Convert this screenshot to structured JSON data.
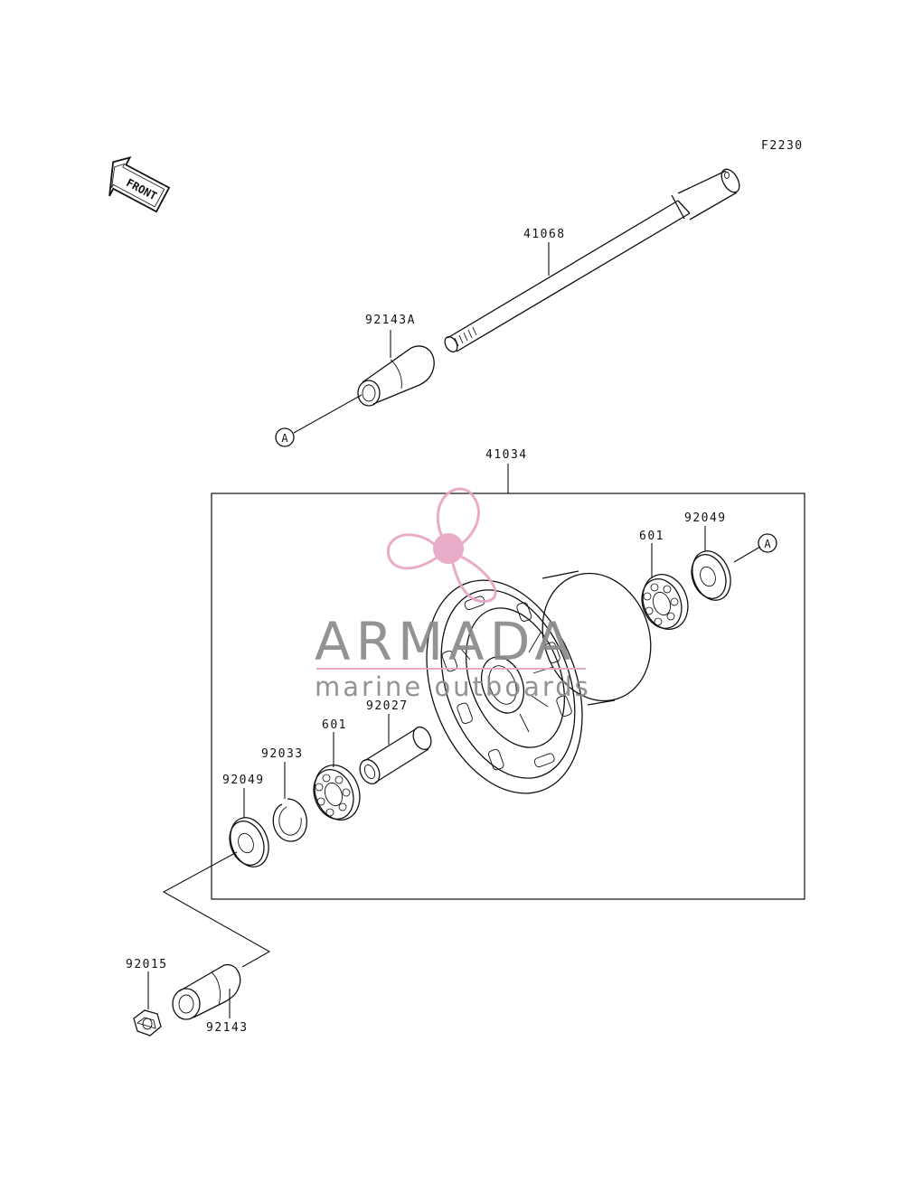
{
  "figure_code": "F2230",
  "front_badge": "FRONT",
  "callouts": {
    "axle": "41068",
    "spacer_right": "92143A",
    "ref_a_left": "A",
    "ref_a_right": "A",
    "wheel_assembly": "41034",
    "bearing_right": "601",
    "seal_right": "92049",
    "collar": "92027",
    "bearing_left": "601",
    "circlip": "92033",
    "seal_left": "92049",
    "nut": "92015",
    "spacer_left": "92143"
  },
  "watermark": {
    "brand": "ARMADA",
    "tagline": "marine outboards",
    "icon": "propeller-icon",
    "brand_color": "#8a8a8a",
    "accent_color": "#e8a6c4"
  }
}
